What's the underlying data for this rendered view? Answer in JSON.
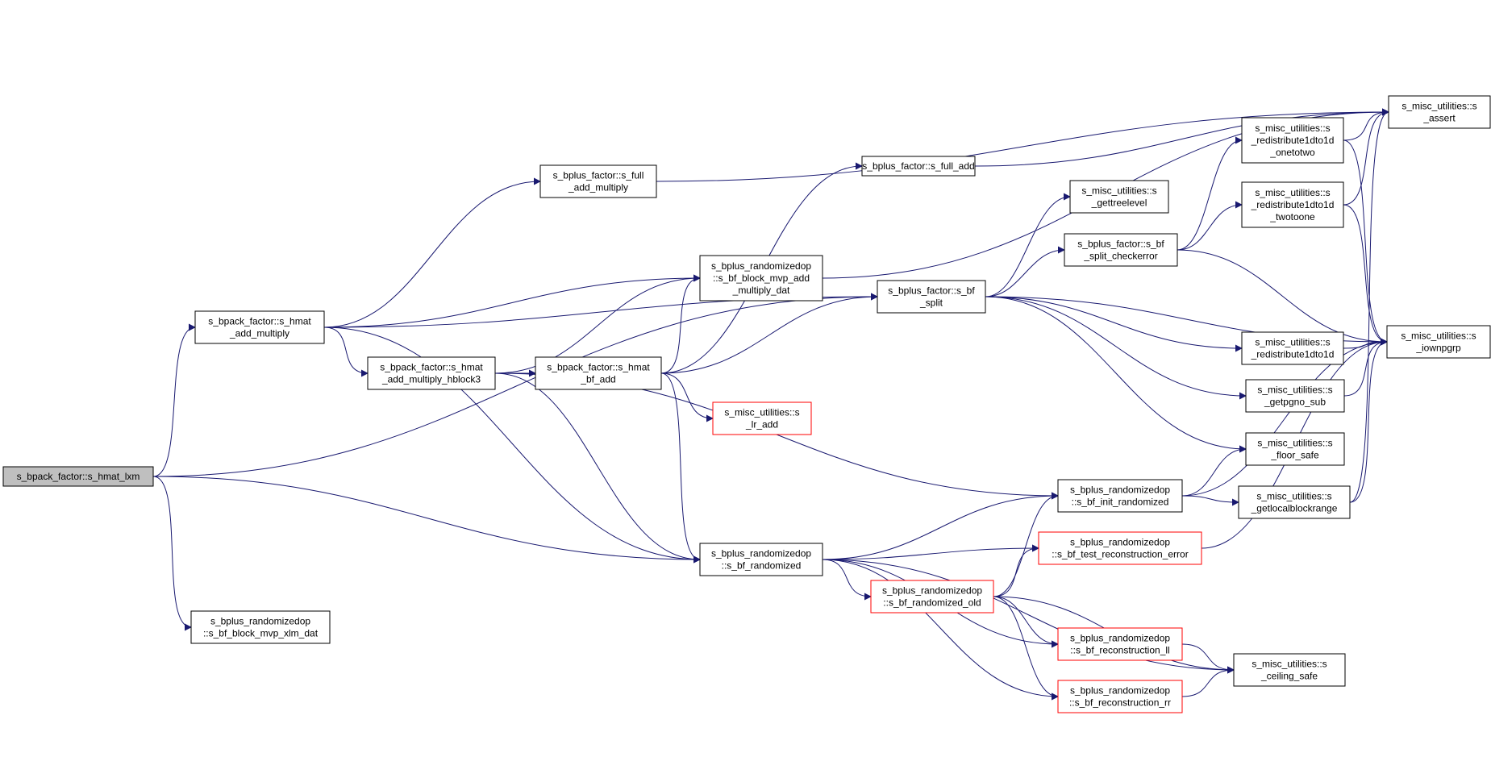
{
  "diagram": {
    "type": "call-graph",
    "colors": {
      "edge": "#191970",
      "root_fill": "#bfbfbf",
      "node_border": "#000000",
      "truncated_border": "#ff0000"
    },
    "nodes": [
      {
        "id": "n0",
        "lines": [
          "s_bpack_factor::s_hmat_lxm"
        ],
        "style": "root"
      },
      {
        "id": "n1",
        "lines": [
          "s_bpack_factor::s_hmat",
          "_add_multiply"
        ],
        "style": "normal"
      },
      {
        "id": "n2",
        "lines": [
          "s_bplus_factor::s_full",
          "_add_multiply"
        ],
        "style": "normal"
      },
      {
        "id": "n3",
        "lines": [
          "s_bplus_randomizedop",
          "::s_bf_block_mvp_add",
          "_multiply_dat"
        ],
        "style": "normal"
      },
      {
        "id": "n4",
        "lines": [
          "s_bpack_factor::s_hmat",
          "_add_multiply_hblock3"
        ],
        "style": "normal"
      },
      {
        "id": "n5",
        "lines": [
          "s_bpack_factor::s_hmat",
          "_bf_add"
        ],
        "style": "normal"
      },
      {
        "id": "n6",
        "lines": [
          "s_misc_utilities::s",
          "_lr_add"
        ],
        "style": "truncated"
      },
      {
        "id": "n7",
        "lines": [
          "s_bplus_randomizedop",
          "::s_bf_randomized"
        ],
        "style": "normal"
      },
      {
        "id": "n8",
        "lines": [
          "s_bplus_randomizedop",
          "::s_bf_block_mvp_xlm_dat"
        ],
        "style": "normal"
      },
      {
        "id": "n9",
        "lines": [
          "s_bplus_factor::s_full_add"
        ],
        "style": "normal"
      },
      {
        "id": "n10",
        "lines": [
          "s_bplus_factor::s_bf",
          "_split"
        ],
        "style": "normal"
      },
      {
        "id": "n11",
        "lines": [
          "s_misc_utilities::s",
          "_gettreelevel"
        ],
        "style": "normal"
      },
      {
        "id": "n12",
        "lines": [
          "s_bplus_factor::s_bf",
          "_split_checkerror"
        ],
        "style": "normal"
      },
      {
        "id": "n13",
        "lines": [
          "s_bplus_randomizedop",
          "::s_bf_init_randomized"
        ],
        "style": "normal"
      },
      {
        "id": "n14",
        "lines": [
          "s_bplus_randomizedop",
          "::s_bf_test_reconstruction_error"
        ],
        "style": "truncated"
      },
      {
        "id": "n15",
        "lines": [
          "s_bplus_randomizedop",
          "::s_bf_randomized_old"
        ],
        "style": "truncated"
      },
      {
        "id": "n16",
        "lines": [
          "s_bplus_randomizedop",
          "::s_bf_reconstruction_ll"
        ],
        "style": "truncated"
      },
      {
        "id": "n17",
        "lines": [
          "s_bplus_randomizedop",
          "::s_bf_reconstruction_rr"
        ],
        "style": "truncated"
      },
      {
        "id": "n18",
        "lines": [
          "s_misc_utilities::s",
          "_redistribute1dto1d",
          "_onetotwo"
        ],
        "style": "normal"
      },
      {
        "id": "n19",
        "lines": [
          "s_misc_utilities::s",
          "_redistribute1dto1d",
          "_twotoone"
        ],
        "style": "normal"
      },
      {
        "id": "n20",
        "lines": [
          "s_misc_utilities::s",
          "_redistribute1dto1d"
        ],
        "style": "normal"
      },
      {
        "id": "n21",
        "lines": [
          "s_misc_utilities::s",
          "_getpgno_sub"
        ],
        "style": "normal"
      },
      {
        "id": "n22",
        "lines": [
          "s_misc_utilities::s",
          "_floor_safe"
        ],
        "style": "normal"
      },
      {
        "id": "n23",
        "lines": [
          "s_misc_utilities::s",
          "_getlocalblockrange"
        ],
        "style": "normal"
      },
      {
        "id": "n24",
        "lines": [
          "s_misc_utilities::s",
          "_ceiling_safe"
        ],
        "style": "normal"
      },
      {
        "id": "n25",
        "lines": [
          "s_misc_utilities::s",
          "_assert"
        ],
        "style": "normal"
      },
      {
        "id": "n26",
        "lines": [
          "s_misc_utilities::s",
          "_iownpgrp"
        ],
        "style": "normal"
      }
    ],
    "edges": [
      {
        "from": "n0",
        "to": "n1"
      },
      {
        "from": "n0",
        "to": "n10"
      },
      {
        "from": "n0",
        "to": "n7"
      },
      {
        "from": "n0",
        "to": "n8"
      },
      {
        "from": "n1",
        "to": "n2"
      },
      {
        "from": "n1",
        "to": "n3"
      },
      {
        "from": "n1",
        "to": "n4"
      },
      {
        "from": "n1",
        "to": "n10"
      },
      {
        "from": "n1",
        "to": "n7"
      },
      {
        "from": "n2",
        "to": "n25"
      },
      {
        "from": "n3",
        "to": "n25"
      },
      {
        "from": "n4",
        "to": "n3"
      },
      {
        "from": "n4",
        "to": "n5"
      },
      {
        "from": "n4",
        "to": "n7"
      },
      {
        "from": "n4",
        "to": "n13"
      },
      {
        "from": "n5",
        "to": "n3"
      },
      {
        "from": "n5",
        "to": "n9"
      },
      {
        "from": "n5",
        "to": "n10"
      },
      {
        "from": "n5",
        "to": "n6"
      },
      {
        "from": "n5",
        "to": "n7"
      },
      {
        "from": "n9",
        "to": "n25"
      },
      {
        "from": "n10",
        "to": "n11"
      },
      {
        "from": "n10",
        "to": "n12"
      },
      {
        "from": "n10",
        "to": "n26"
      },
      {
        "from": "n10",
        "to": "n20"
      },
      {
        "from": "n10",
        "to": "n21"
      },
      {
        "from": "n10",
        "to": "n22"
      },
      {
        "from": "n12",
        "to": "n18"
      },
      {
        "from": "n12",
        "to": "n19"
      },
      {
        "from": "n12",
        "to": "n26"
      },
      {
        "from": "n18",
        "to": "n25"
      },
      {
        "from": "n18",
        "to": "n26"
      },
      {
        "from": "n19",
        "to": "n25"
      },
      {
        "from": "n19",
        "to": "n26"
      },
      {
        "from": "n20",
        "to": "n26"
      },
      {
        "from": "n21",
        "to": "n26"
      },
      {
        "from": "n23",
        "to": "n25"
      },
      {
        "from": "n23",
        "to": "n26"
      },
      {
        "from": "n13",
        "to": "n22"
      },
      {
        "from": "n13",
        "to": "n23"
      },
      {
        "from": "n13",
        "to": "n26"
      },
      {
        "from": "n14",
        "to": "n26"
      },
      {
        "from": "n7",
        "to": "n13"
      },
      {
        "from": "n7",
        "to": "n14"
      },
      {
        "from": "n7",
        "to": "n15"
      },
      {
        "from": "n7",
        "to": "n16"
      },
      {
        "from": "n7",
        "to": "n17"
      },
      {
        "from": "n7",
        "to": "n24"
      },
      {
        "from": "n15",
        "to": "n13"
      },
      {
        "from": "n15",
        "to": "n14"
      },
      {
        "from": "n15",
        "to": "n16"
      },
      {
        "from": "n15",
        "to": "n17"
      },
      {
        "from": "n15",
        "to": "n24"
      },
      {
        "from": "n16",
        "to": "n24"
      },
      {
        "from": "n17",
        "to": "n24"
      }
    ]
  }
}
